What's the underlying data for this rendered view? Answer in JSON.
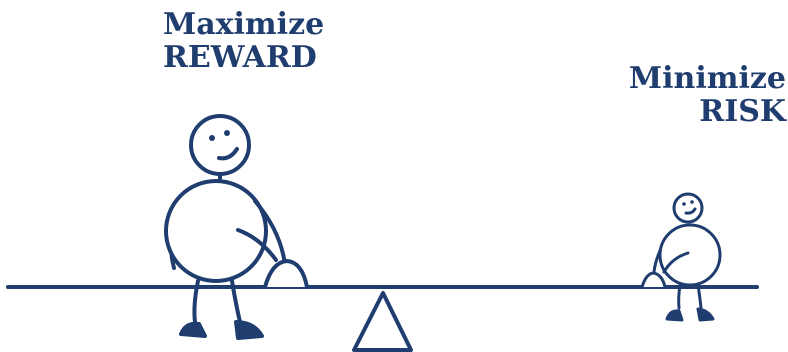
{
  "left_label": {
    "line1": "Maximize",
    "line2": "REWARD"
  },
  "right_label": {
    "line1": "Minimize",
    "line2": "RISK"
  },
  "colors": {
    "ink": "#1f3d6e",
    "background": "#ffffff"
  }
}
